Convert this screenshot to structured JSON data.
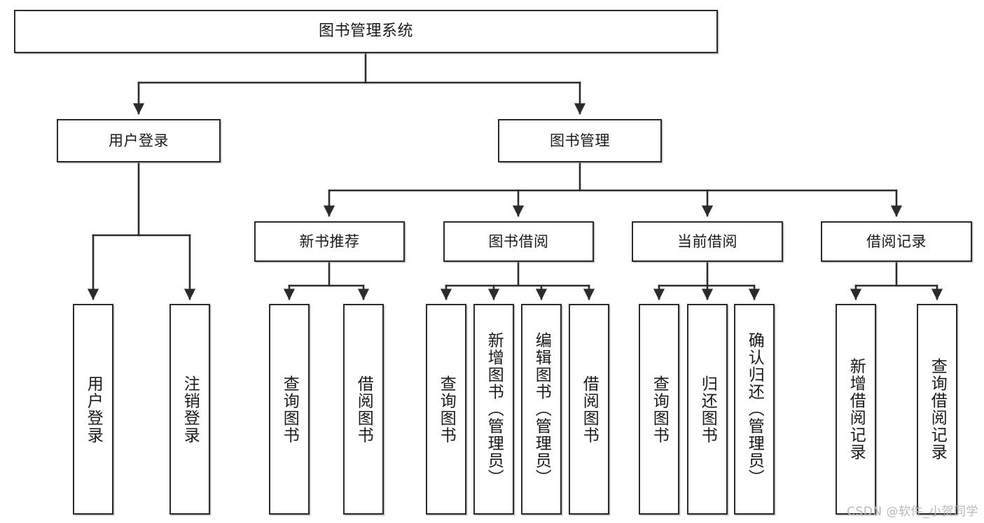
{
  "diagram": {
    "title": "图书管理系统",
    "watermark": "CSDN @软件_小贺同学",
    "colors": {
      "stroke": "#2b2b2b",
      "fill": "#ffffff",
      "text": "#1a1a1a",
      "shadow": "#8c8c8c",
      "watermark": "#b9b9b9"
    },
    "levels": {
      "root": {
        "label": "图书管理系统"
      },
      "level2": [
        {
          "id": "user-login",
          "label": "用户登录"
        },
        {
          "id": "book-manage",
          "label": "图书管理"
        }
      ],
      "level3": [
        {
          "id": "new-book-recommend",
          "label": "新书推荐"
        },
        {
          "id": "book-borrow",
          "label": "图书借阅"
        },
        {
          "id": "current-borrow",
          "label": "当前借阅"
        },
        {
          "id": "borrow-record",
          "label": "借阅记录"
        }
      ],
      "leaves": [
        {
          "id": "leaf-user-login",
          "label": "用户登录",
          "parent": "user-login"
        },
        {
          "id": "leaf-user-logout",
          "label": "注销登录",
          "parent": "user-login"
        },
        {
          "id": "leaf-query-book-1",
          "label": "查询图书",
          "parent": "new-book-recommend"
        },
        {
          "id": "leaf-borrow-book-1",
          "label": "借阅图书",
          "parent": "new-book-recommend"
        },
        {
          "id": "leaf-query-book-2",
          "label": "查询图书",
          "parent": "book-borrow"
        },
        {
          "id": "leaf-add-book",
          "label": "新增图书（管理员）",
          "parent": "book-borrow"
        },
        {
          "id": "leaf-edit-book",
          "label": "编辑图书（管理员）",
          "parent": "book-borrow"
        },
        {
          "id": "leaf-borrow-book-2",
          "label": "借阅图书",
          "parent": "book-borrow"
        },
        {
          "id": "leaf-query-book-3",
          "label": "查询图书",
          "parent": "current-borrow"
        },
        {
          "id": "leaf-return-book",
          "label": "归还图书",
          "parent": "current-borrow"
        },
        {
          "id": "leaf-confirm-return",
          "label": "确认归还（管理员）",
          "parent": "current-borrow"
        },
        {
          "id": "leaf-add-record",
          "label": "新增借阅记录",
          "parent": "borrow-record"
        },
        {
          "id": "leaf-query-record",
          "label": "查询借阅记录",
          "parent": "borrow-record"
        }
      ]
    }
  }
}
